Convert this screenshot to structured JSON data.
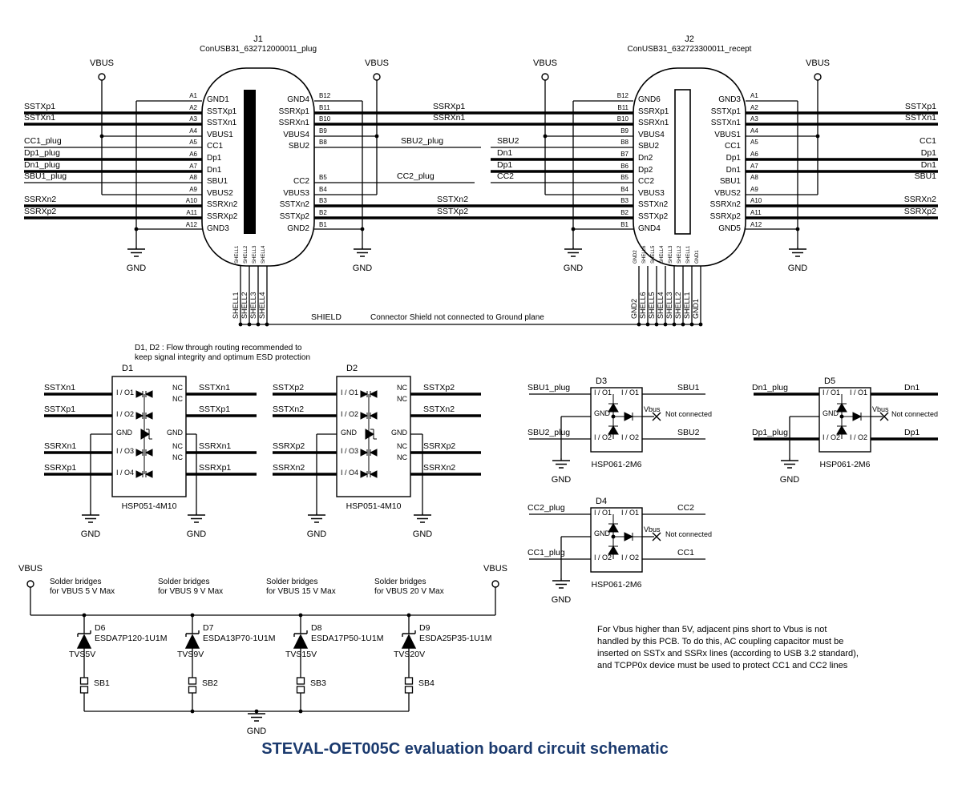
{
  "title": "STEVAL-OET005C evaluation board circuit schematic",
  "colors": {
    "title": "#1b3a6e",
    "wire": "#000000"
  },
  "connectors": {
    "j1": {
      "ref": "J1",
      "part": "ConUSB31_632712000011_plug",
      "left_pins": [
        {
          "num": "A1",
          "name": "GND1"
        },
        {
          "num": "A2",
          "name": "SSTXp1"
        },
        {
          "num": "A3",
          "name": "SSTXn1"
        },
        {
          "num": "A4",
          "name": "VBUS1"
        },
        {
          "num": "A5",
          "name": "CC1"
        },
        {
          "num": "A6",
          "name": "Dp1"
        },
        {
          "num": "A7",
          "name": "Dn1"
        },
        {
          "num": "A8",
          "name": "SBU1"
        },
        {
          "num": "A9",
          "name": "VBUS2"
        },
        {
          "num": "A10",
          "name": "SSRXn2"
        },
        {
          "num": "A11",
          "name": "SSRXp2"
        },
        {
          "num": "A12",
          "name": "GND3"
        }
      ],
      "right_pins": [
        {
          "num": "B12",
          "name": "GND4",
          "row": 0
        },
        {
          "num": "B11",
          "name": "SSRXp1",
          "row": 1
        },
        {
          "num": "B10",
          "name": "SSRXn1",
          "row": 2
        },
        {
          "num": "B9",
          "name": "VBUS4",
          "row": 3
        },
        {
          "num": "B8",
          "name": "SBU2",
          "row": 4
        },
        {
          "num": "B5",
          "name": "CC2",
          "row": 7
        },
        {
          "num": "B4",
          "name": "VBUS3",
          "row": 8
        },
        {
          "num": "B3",
          "name": "SSTXn2",
          "row": 9
        },
        {
          "num": "B2",
          "name": "SSTXp2",
          "row": 10
        },
        {
          "num": "B1",
          "name": "GND2",
          "row": 11
        }
      ],
      "shells": [
        "SHELL1",
        "SHELL2",
        "SHELL3",
        "SHELL4"
      ]
    },
    "j2": {
      "ref": "J2",
      "part": "ConUSB31_632723300011_recept",
      "left_pins": [
        {
          "num": "B12",
          "name": "GND6"
        },
        {
          "num": "B11",
          "name": "SSRXp1"
        },
        {
          "num": "B10",
          "name": "SSRXn1"
        },
        {
          "num": "B9",
          "name": "VBUS4"
        },
        {
          "num": "B8",
          "name": "SBU2"
        },
        {
          "num": "B7",
          "name": "Dn2"
        },
        {
          "num": "B6",
          "name": "Dp2"
        },
        {
          "num": "B5",
          "name": "CC2"
        },
        {
          "num": "B4",
          "name": "VBUS3"
        },
        {
          "num": "B3",
          "name": "SSTXn2"
        },
        {
          "num": "B2",
          "name": "SSTXp2"
        },
        {
          "num": "B1",
          "name": "GND4"
        }
      ],
      "right_pins": [
        {
          "num": "A1",
          "name": "GND3"
        },
        {
          "num": "A2",
          "name": "SSTXp1"
        },
        {
          "num": "A3",
          "name": "SSTXn1"
        },
        {
          "num": "A4",
          "name": "VBUS1"
        },
        {
          "num": "A5",
          "name": "CC1"
        },
        {
          "num": "A6",
          "name": "Dp1"
        },
        {
          "num": "A7",
          "name": "Dn1"
        },
        {
          "num": "A8",
          "name": "SBU1"
        },
        {
          "num": "A9",
          "name": "VBUS2"
        },
        {
          "num": "A10",
          "name": "SSRXn2"
        },
        {
          "num": "A11",
          "name": "SSRXp2"
        },
        {
          "num": "A12",
          "name": "GND5"
        }
      ],
      "shells": [
        "GND2",
        "SHELL6",
        "SHELL5",
        "SHELL4",
        "SHELL3",
        "SHELL2",
        "SHELL1",
        "GND1"
      ]
    }
  },
  "nets": {
    "vbus": "VBUS",
    "gnd": "GND",
    "shield": "SHIELD",
    "sstxp1": "SSTXp1",
    "sstxn1": "SSTXn1",
    "ssrxp1": "SSRXp1",
    "ssrxn1": "SSRXn1",
    "sstxp2": "SSTXp2",
    "sstxn2": "SSTXn2",
    "ssrxp2": "SSRXp2",
    "ssrxn2": "SSRXn2",
    "cc1": "CC1",
    "cc2": "CC2",
    "dp1": "Dp1",
    "dn1": "Dn1",
    "sbu1": "SBU1",
    "sbu2": "SBU2",
    "cc1_plug": "CC1_plug",
    "cc2_plug": "CC2_plug",
    "dp1_plug": "Dp1_plug",
    "dn1_plug": "Dn1_plug",
    "sbu1_plug": "SBU1_plug",
    "sbu2_plug": "SBU2_plug"
  },
  "pins": {
    "io1": "I / O1",
    "io2": "I / O2",
    "io3": "I / O3",
    "io4": "I / O4",
    "gnd": "GND",
    "nc": "NC",
    "vbus": "Vbus"
  },
  "labels": {
    "not_connected": "Not connected"
  },
  "devices": {
    "d1": {
      "ref": "D1",
      "part": "HSP051-4M10"
    },
    "d2": {
      "ref": "D2",
      "part": "HSP051-4M10"
    },
    "d3": {
      "ref": "D3",
      "part": "HSP061-2M6"
    },
    "d4": {
      "ref": "D4",
      "part": "HSP061-2M6"
    },
    "d5": {
      "ref": "D5",
      "part": "HSP061-2M6"
    },
    "d6": {
      "ref": "D6",
      "part": "ESDA7P120-1U1M",
      "tvs": "TVS5V",
      "sb": "SB1",
      "note1": "Solder bridges",
      "note2": "for VBUS 5 V Max"
    },
    "d7": {
      "ref": "D7",
      "part": "ESDA13P70-1U1M",
      "tvs": "TVS9V",
      "sb": "SB2",
      "note1": "Solder bridges",
      "note2": "for VBUS 9 V Max"
    },
    "d8": {
      "ref": "D8",
      "part": "ESDA17P50-1U1M",
      "tvs": "TVS15V",
      "sb": "SB3",
      "note1": "Solder bridges",
      "note2": "for VBUS 15 V Max"
    },
    "d9": {
      "ref": "D9",
      "part": "ESDA25P35-1U1M",
      "tvs": "TVS20V",
      "sb": "SB4",
      "note1": "Solder bridges",
      "note2": "for VBUS 20 V Max"
    }
  },
  "notes": {
    "esd1": "D1, D2 : Flow through routing recommended to",
    "esd2": "keep signal integrity and optimum ESD protection",
    "shield": "Connector Shield not connected to Ground plane",
    "vbus1": "For Vbus higher than 5V, adjacent pins short to Vbus is not",
    "vbus2": "handled by this PCB. To do this, AC coupling capacitor must be",
    "vbus3": "inserted on SSTx and SSRx lines (according to USB 3.2 standard),",
    "vbus4": "and TCPP0x device must be used to protect CC1 and CC2 lines"
  }
}
